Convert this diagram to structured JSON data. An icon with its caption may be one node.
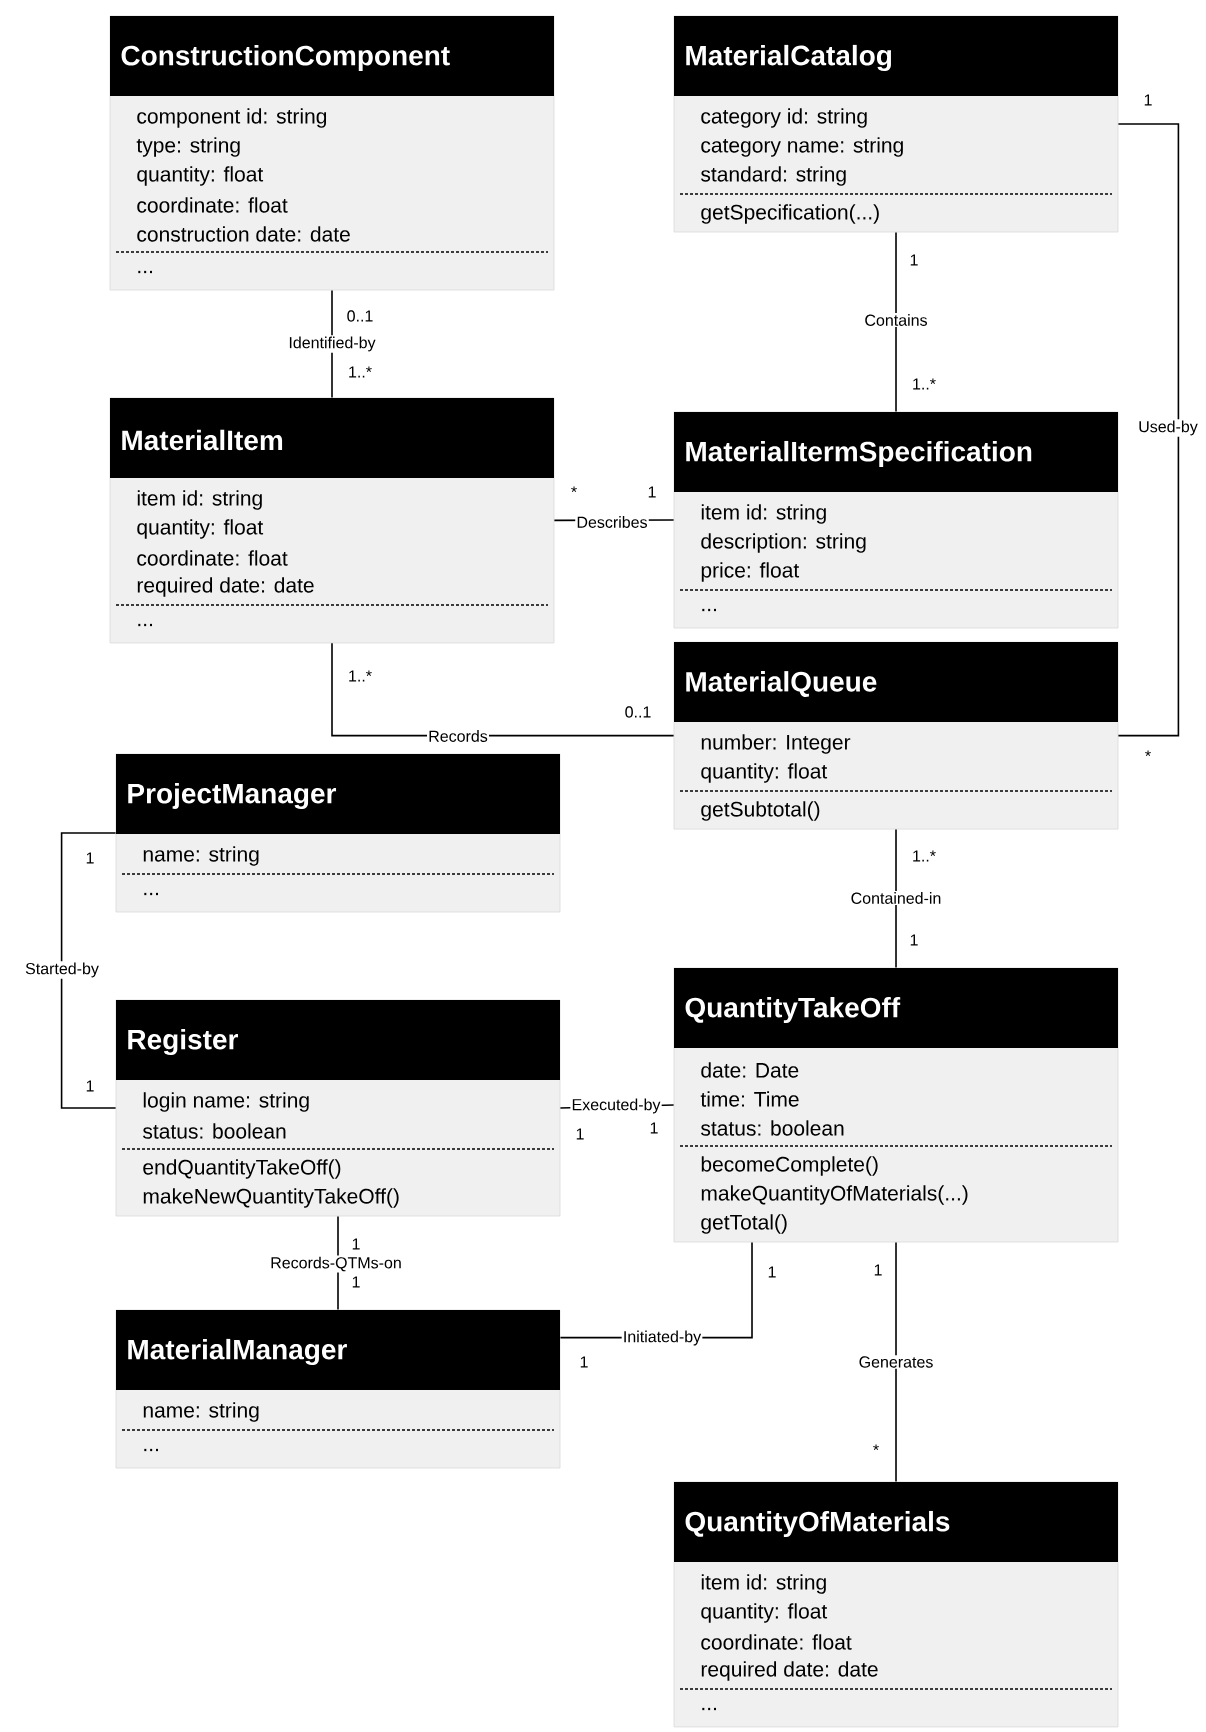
{
  "diagram": {
    "nodes": [
      {
        "text": [
          "ConstructionComponent",
          "component id: string",
          "type: string",
          "quantity: float",
          "coordinate: float",
          "construction date: date",
          "..."
        ]
      },
      {
        "text": [
          "MaterialCatalog",
          "category id: string",
          "category name: string",
          "standard: string",
          "getSpecification(...)"
        ]
      },
      {
        "text": [
          "MaterialItem",
          "item id: string",
          "quantity: float",
          "coordinate: float",
          "required date: date",
          "..."
        ]
      },
      {
        "text": [
          "MaterialItermSpecification",
          "item id: string",
          "description: string",
          "price: float",
          "..."
        ]
      },
      {
        "text": [
          "MaterialQueue",
          "number: Integer",
          "quantity: float",
          "getSubtotal()"
        ]
      },
      {
        "text": [
          "ProjectManager",
          "name: string",
          "..."
        ]
      },
      {
        "text": [
          "Register",
          "login name: string",
          "status: boolean",
          "endQuantityTakeOff()",
          "makeNewQuantityTakeOff()"
        ]
      },
      {
        "text": [
          "QuantityTakeOff",
          "date: Date",
          "time: Time",
          "status: boolean",
          "becomeComplete()",
          "makeQuantityOfMaterials(...)",
          "getTotal()"
        ]
      },
      {
        "text": [
          "MaterialManager",
          "name: string",
          "..."
        ]
      },
      {
        "text": [
          "QuantityOfMaterials",
          "item id: string",
          "quantity: float",
          "coordinate: float",
          "required date: date",
          "..."
        ]
      }
    ],
    "edges": [
      {
        "from": 0,
        "to": 2,
        "arrow": "none",
        "label": "Identified-by"
      },
      {
        "from": 1,
        "to": 3,
        "arrow": "none",
        "label": "Contains"
      },
      {
        "from": 2,
        "to": 3,
        "arrow": "none",
        "label": "Describes"
      },
      {
        "from": 2,
        "to": 4,
        "arrow": "none",
        "label": "Records"
      },
      {
        "from": 1,
        "to": 4,
        "arrow": "none",
        "label": "Used-by"
      },
      {
        "from": 4,
        "to": 7,
        "arrow": "none",
        "label": "Contained-in"
      },
      {
        "from": 5,
        "to": 6,
        "arrow": "none",
        "label": "Started-by"
      },
      {
        "from": 6,
        "to": 7,
        "arrow": "none",
        "label": "Executed-by"
      },
      {
        "from": 6,
        "to": 8,
        "arrow": "none",
        "label": "Records-QTMs-on"
      },
      {
        "from": 8,
        "to": 7,
        "arrow": "none",
        "label": "Initiated-by"
      },
      {
        "from": 7,
        "to": 9,
        "arrow": "none",
        "label": "Generates"
      }
    ],
    "labels": [
      "1",
      "1",
      "0..1",
      "1..*",
      "1..*",
      "*",
      "1",
      "1..*",
      "0..1",
      "*",
      "1..*",
      "1",
      "1",
      "1",
      "1",
      "1",
      "1",
      "1",
      "1",
      "1",
      "1",
      "*"
    ]
  }
}
